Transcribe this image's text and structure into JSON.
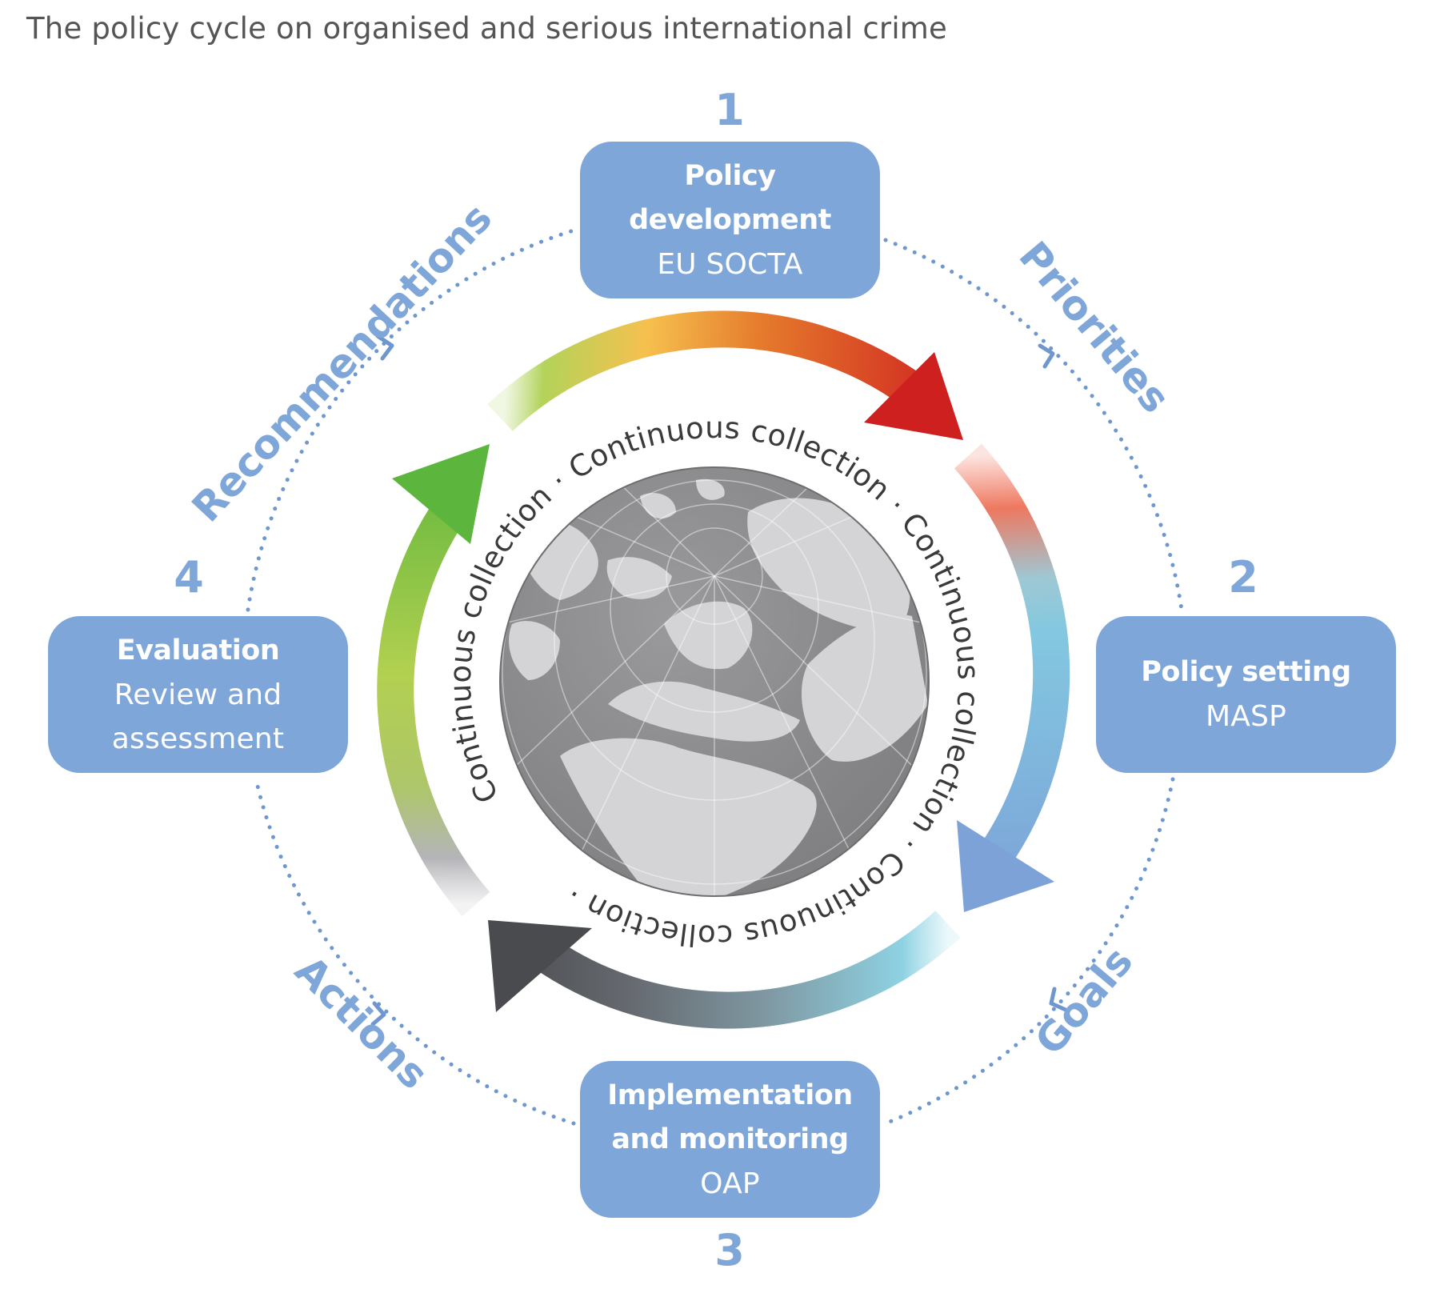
{
  "title": "The policy cycle on organised and serious international crime",
  "colors": {
    "box_fill": "#7fa6d8",
    "accent_blue": "#7fa6d8",
    "dotted_line": "#6f97cf",
    "ring_text": "#3a3a3a",
    "globe_ocean": "#8c8c8e",
    "globe_land": "#d4d4d6"
  },
  "stages": [
    {
      "number": "1",
      "title_lines": [
        "Policy",
        "development"
      ],
      "subtitle": "EU SOCTA"
    },
    {
      "number": "2",
      "title_lines": [
        "Policy setting"
      ],
      "subtitle": "MASP"
    },
    {
      "number": "3",
      "title_lines": [
        "Implementation",
        "and monitoring"
      ],
      "subtitle": "OAP"
    },
    {
      "number": "4",
      "title_lines": [
        "Evaluation"
      ],
      "subtitle_lines": [
        "Review and",
        "assessment"
      ]
    }
  ],
  "connectors": [
    "Priorities",
    "Goals",
    "Actions",
    "Recommendations"
  ],
  "ring_text": "Continuous collection",
  "ring_separator": "·",
  "center_icon": "globe-icon"
}
